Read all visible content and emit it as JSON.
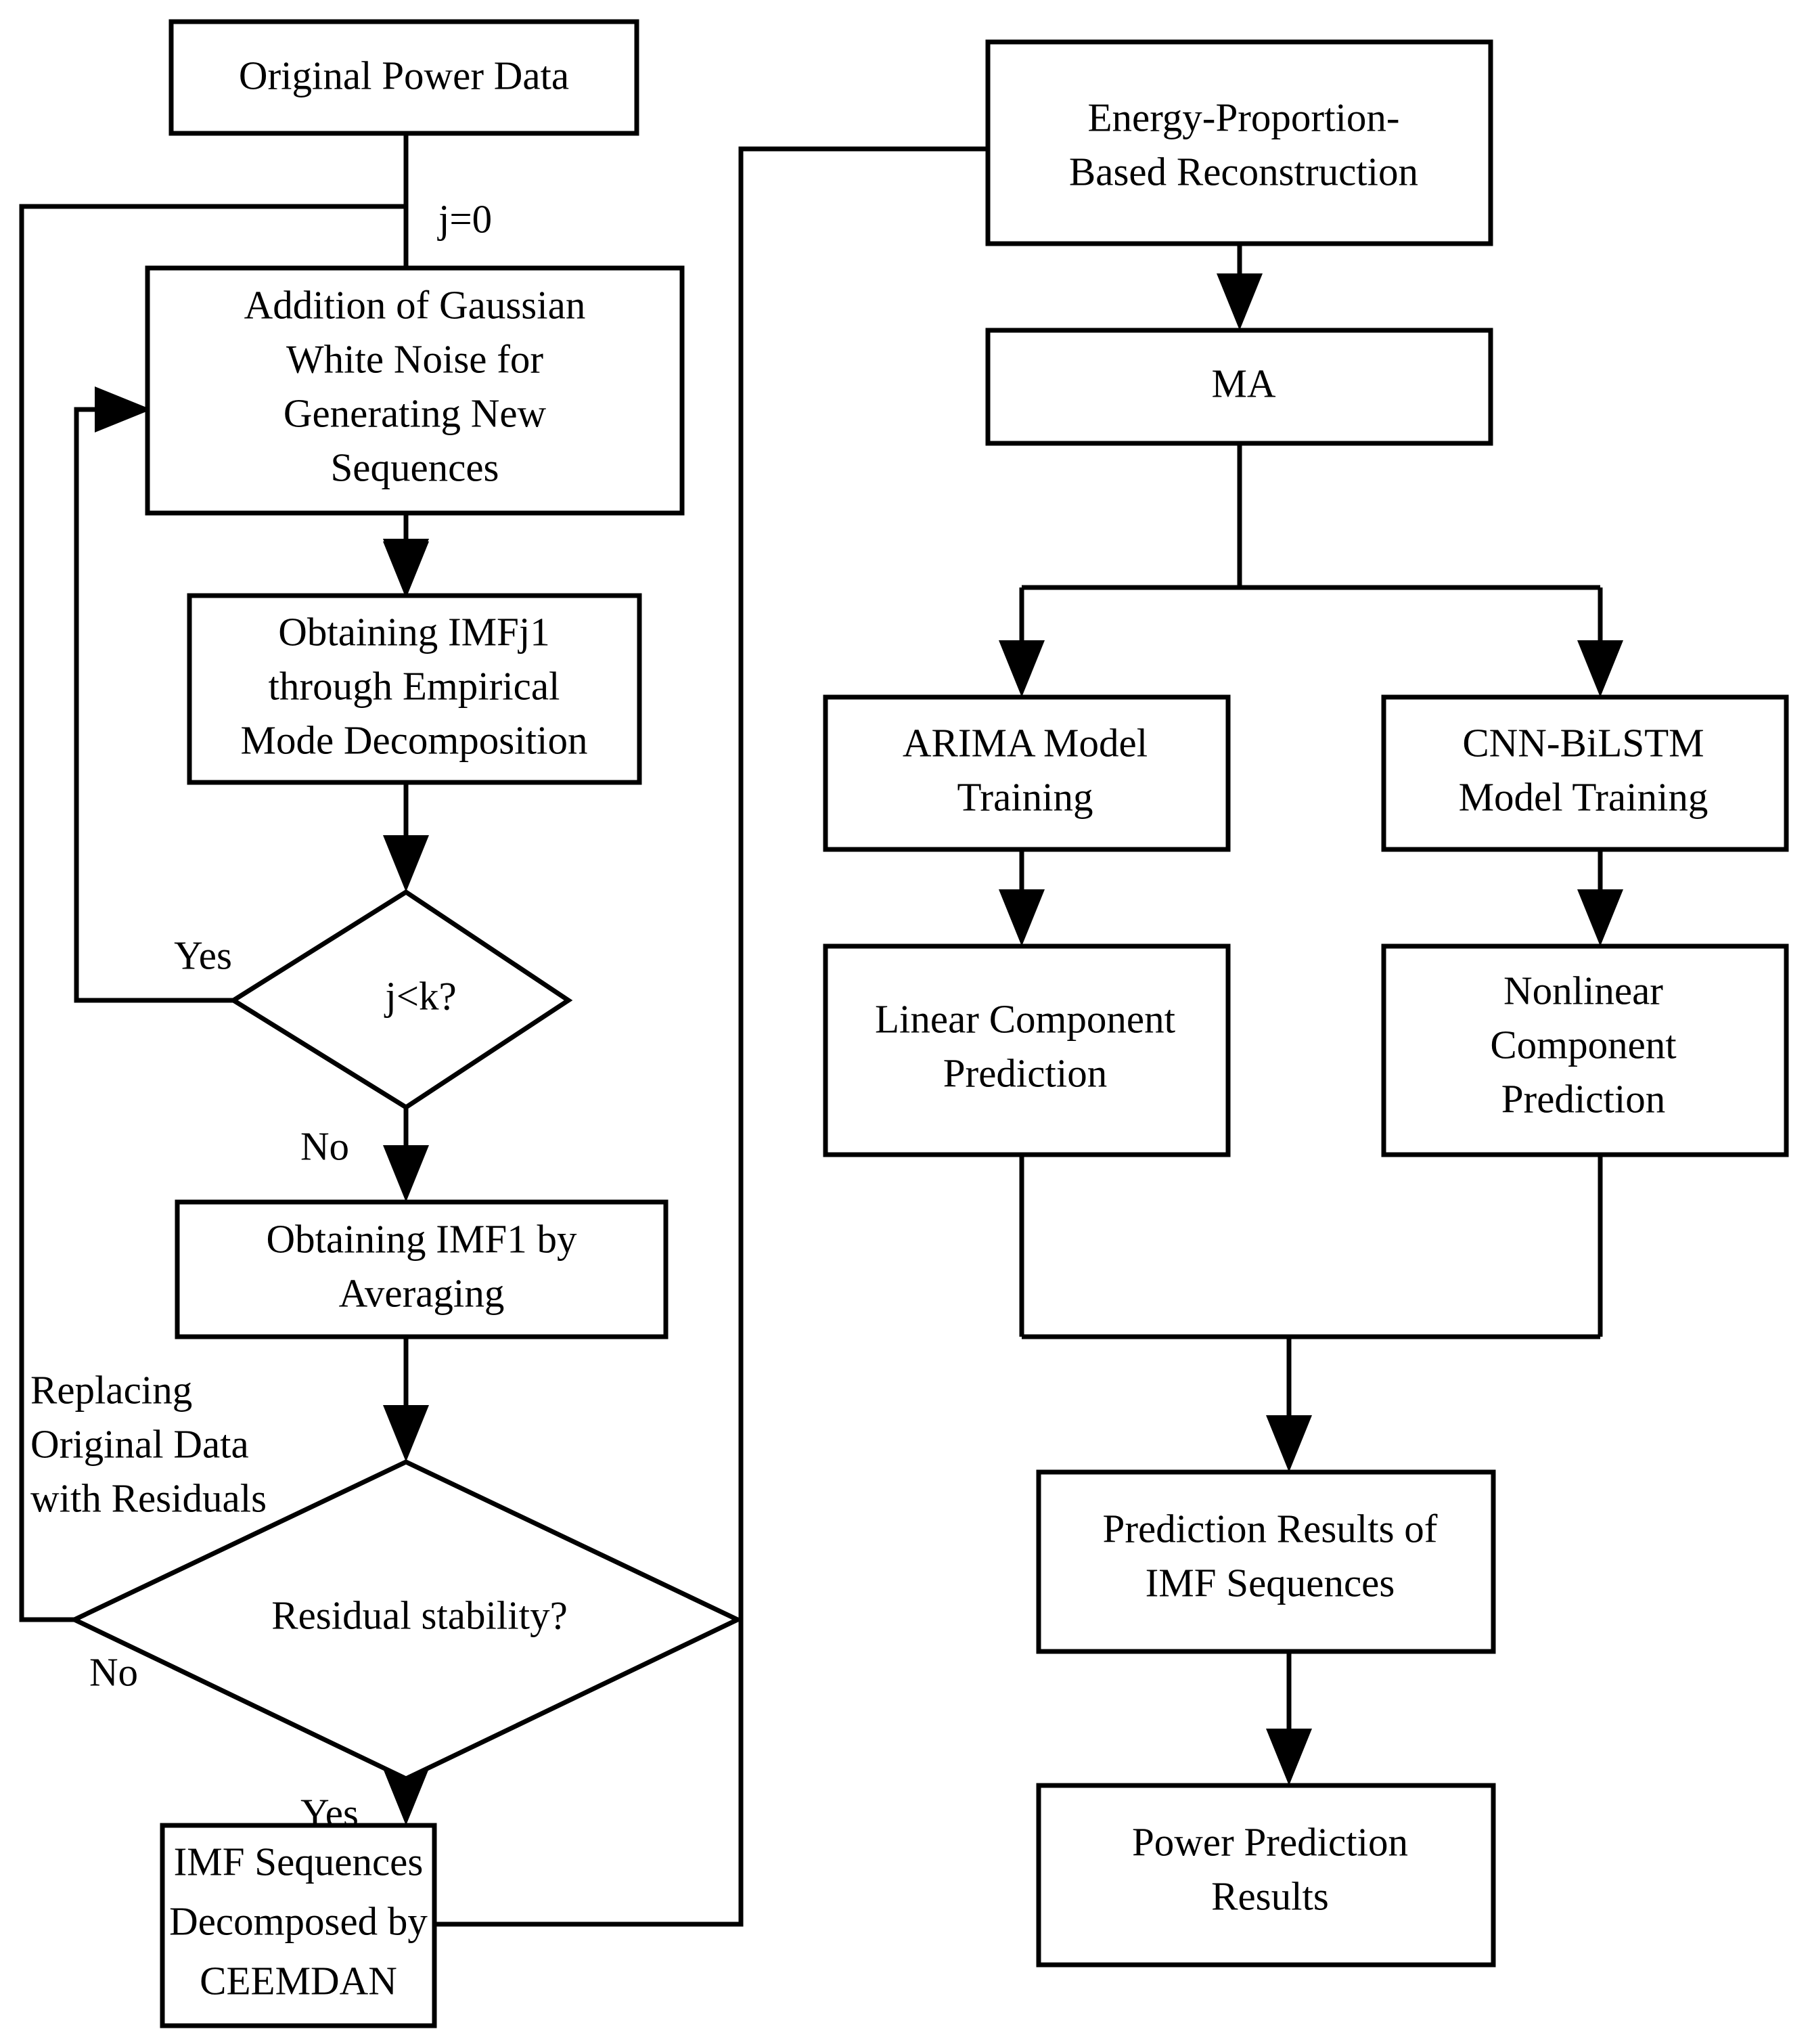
{
  "diagram": {
    "title": "CEEMDAN-ARIMA-CNN-BiLSTM Power Prediction Flowchart",
    "type": "flowchart",
    "background_color": "#ffffff",
    "line_color": "#000000",
    "text_color": "#000000"
  },
  "nodes": {
    "original_power_data": "Original Power Data",
    "gaussian_noise": "Addition of Gaussian White Noise for Generating New Sequences",
    "gaussian_noise_lines": [
      "Addition of Gaussian",
      "White Noise for",
      "Generating New",
      "Sequences"
    ],
    "imfj1": "Obtaining IMFj1 through Empirical Mode Decomposition",
    "imfj1_lines": [
      "Obtaining IMFj1",
      "through Empirical",
      "Mode Decomposition"
    ],
    "jk_decision": "j<k?",
    "imf1_averaging": "Obtaining IMF1 by Averaging",
    "imf1_averaging_lines": [
      "Obtaining IMF1 by",
      "Averaging"
    ],
    "residual_stability": "Residual stability?",
    "imf_sequences": "IMF Sequences Decomposed by CEEMDAN",
    "imf_sequences_lines": [
      "IMF Sequences",
      "Decomposed by",
      "CEEMDAN"
    ],
    "energy_reconstruction": "Energy-Proportion-Based Reconstruction",
    "energy_reconstruction_lines": [
      "Energy-Proportion-",
      "Based Reconstruction"
    ],
    "ma": "MA",
    "arima_training": "ARIMA Model Training",
    "arima_training_lines": [
      "ARIMA Model",
      "Training"
    ],
    "cnn_bilstm_training": "CNN-BiLSTM Model Training",
    "cnn_bilstm_training_lines": [
      "CNN-BiLSTM",
      "Model Training"
    ],
    "linear_component": "Linear Component Prediction",
    "linear_component_lines": [
      "Linear Component",
      "Prediction"
    ],
    "nonlinear_component": "Nonlinear Component Prediction",
    "nonlinear_component_lines": [
      "Nonlinear",
      "Component",
      "Prediction"
    ],
    "prediction_results_imf": "Prediction Results of IMF Sequences",
    "prediction_results_imf_lines": [
      "Prediction Results of",
      "IMF Sequences"
    ],
    "power_prediction_results": "Power Prediction Results",
    "power_prediction_results_lines": [
      "Power Prediction",
      "Results"
    ]
  },
  "edge_labels": {
    "j_init": "j=0",
    "jk_yes": "Yes",
    "jk_no": "No",
    "replacing_residuals": "Replacing Original Data with Residuals",
    "replacing_residuals_lines": [
      "Replacing",
      "Original Data",
      "with Residuals"
    ],
    "residual_no": "No",
    "residual_yes": "Yes"
  }
}
